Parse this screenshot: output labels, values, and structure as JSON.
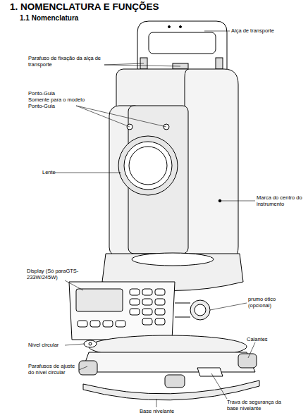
{
  "diagram": {
    "title": "1. NOMENCLATURA E FUNÇÕES",
    "labels": [
      "1.1 Nomenclatura",
      "Alça de transporte",
      "Parafuso de fixação da alça de transporte",
      "Ponto-Guia",
      "Somente para o modelo Ponto-Guia",
      "Lente",
      "Marca do centro do instrumento",
      "Display (Só paraGTS-233W/245W)",
      "prumo ótico (opcional)",
      "Nível circular",
      "Calantes",
      "Parafusos de ajuste do nível circular",
      "Trava de segurança da base nivelante",
      "Base nivelante"
    ]
  }
}
